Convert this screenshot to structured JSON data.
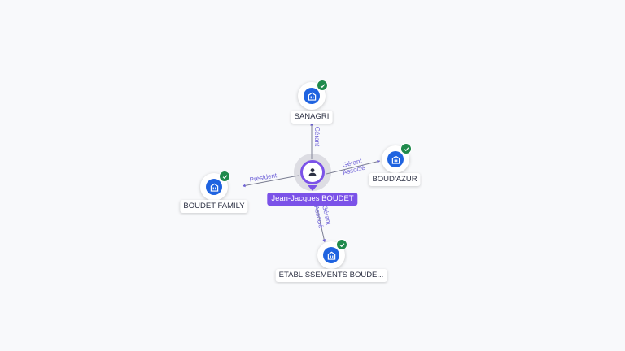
{
  "center": {
    "name": "Jean-Jacques BOUDET",
    "icon": "person-icon",
    "color": "#7b52e8"
  },
  "companies": [
    {
      "id": "sanagri",
      "name": "SANAGRI",
      "icon": "building-icon",
      "verified": true,
      "relations": [
        "Gérant"
      ]
    },
    {
      "id": "boud-azur",
      "name": "BOUD'AZUR",
      "icon": "building-icon",
      "verified": true,
      "relations": [
        "Gérant",
        "Associé"
      ]
    },
    {
      "id": "boudet-family",
      "name": "BOUDET FAMILY",
      "icon": "building-icon",
      "verified": true,
      "relations": [
        "Président"
      ]
    },
    {
      "id": "etablissements",
      "name": "ETABLISSEMENTS BOUDE...",
      "icon": "building-icon",
      "verified": true,
      "relations": [
        "Gérant",
        "Associé"
      ]
    }
  ],
  "colors": {
    "company": "#1f63e0",
    "verified": "#1f8a4c",
    "relation": "#6f62d8"
  }
}
